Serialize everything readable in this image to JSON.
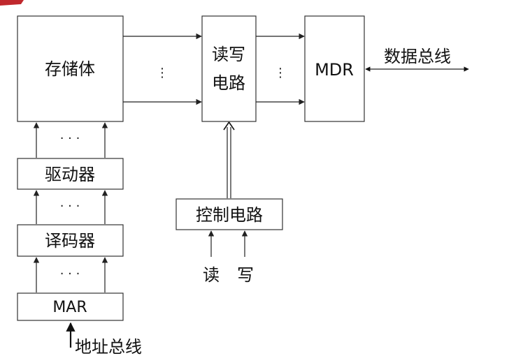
{
  "diagram": {
    "blocks": {
      "storage": "存储体",
      "rw_circuit_line1": "读写",
      "rw_circuit_line2": "电路",
      "mdr": "MDR",
      "driver": "驱动器",
      "decoder": "译码器",
      "mar": "MAR",
      "control": "控制电路"
    },
    "labels": {
      "data_bus": "数据总线",
      "address_bus": "地址总线",
      "read": "读",
      "write": "写"
    },
    "ellipsis": {
      "horizontal": "· · ·",
      "vertical": "⋮"
    },
    "colors": {
      "corner_accent": "#c0282d"
    }
  }
}
